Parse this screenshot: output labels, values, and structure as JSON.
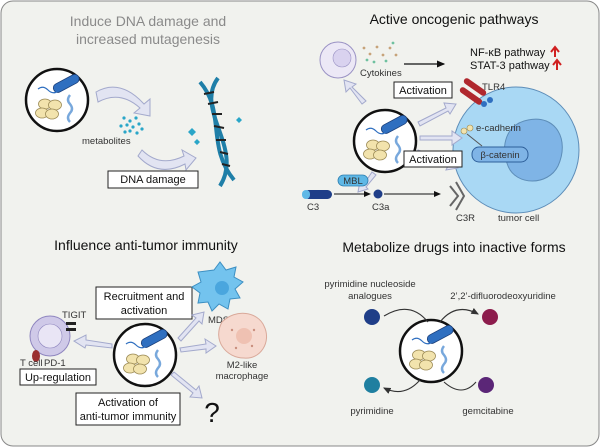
{
  "panels": {
    "dna": {
      "title_line1": "Induce DNA damage and",
      "title_line2": "increased mutagenesis",
      "metabolites": "metabolites",
      "dna_damage": "DNA damage"
    },
    "onco": {
      "title": "Active oncogenic pathways",
      "cytokines": "Cytokines",
      "nfkb": "NF-κB pathway",
      "stat3": "STAT-3 pathway",
      "activation1": "Activation",
      "tlr4": "TLR4",
      "ecadherin": "e-cadherin",
      "bcatenin": "β-catenin",
      "activation2": "Activation",
      "mbl": "MBL",
      "c3": "C3",
      "c3a": "C3a",
      "c3r": "C3R",
      "tumor_cell": "tumor cell"
    },
    "immune": {
      "title": "Influence anti-tumor immunity",
      "recruit_line1": "Recruitment and",
      "recruit_line2": "activation",
      "mdsc": "MDSC",
      "tigit": "TIGIT",
      "tcell": "T cell",
      "pd1": "PD-1",
      "upreg": "Up-regulation",
      "m2_line1": "M2-like",
      "m2_line2": "macrophage",
      "act_line1": "Activation of",
      "act_line2": "anti-tumor immunity",
      "question": "?"
    },
    "drugs": {
      "title": "Metabolize drugs into inactive forms",
      "pyr_an_line1": "pyrimidine nucleoside",
      "pyr_an_line2": "analogues",
      "difluoro": "2’,2’-difluorodeoxyuridine",
      "pyrimidine": "pyrimidine",
      "gemcitabine": "gemcitabine"
    }
  },
  "colors": {
    "background": "#f1f2ee",
    "bacteria_blue": "#2f6fc0",
    "bacteria_yellow": "#f2e3ad",
    "arrow_fill": "#e2e4f2",
    "arrow_stroke": "#a3a9cc",
    "tumor_cell": "#a9d8f4",
    "nucleus": "#7fb4e6",
    "tlr4_red": "#b0282e",
    "mdsc_blue": "#73c3ee",
    "tcell_purple": "#cfc9e8",
    "macrophage_pink": "#f6d9cf",
    "up_arrow_red": "#d02020",
    "drug_navy": "#1f3e88",
    "drug_maroon": "#8c1c4c",
    "drug_teal": "#1f7fa0",
    "drug_purple": "#5b2677"
  },
  "icons": [
    "bacteria-icon",
    "dna-helix-icon",
    "tumor-cell-icon",
    "tlr4-receptor-icon",
    "mdsc-icon",
    "t-cell-icon",
    "macrophage-icon",
    "up-arrow-icon",
    "question-mark-icon"
  ]
}
